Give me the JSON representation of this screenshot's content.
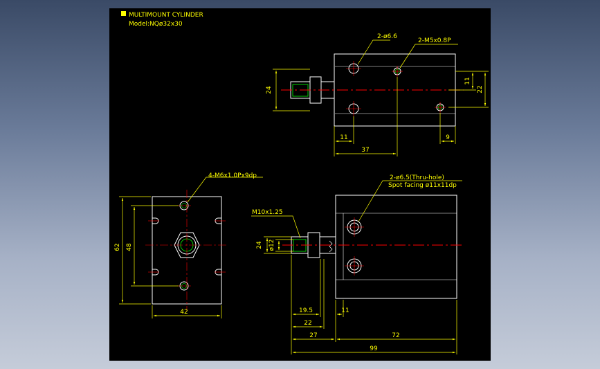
{
  "title_block": {
    "title": "MULTIMOUNT CYLINDER",
    "model": "Model:NQø32x30"
  },
  "top_view": {
    "callout_holes": "2-ø6.6",
    "callout_tapped": "2-M5x0.8P",
    "dim_height_24": "24",
    "dim_11_right": "11",
    "dim_22": "22",
    "dim_11_bottom": "11",
    "dim_37": "37",
    "dim_9": "9"
  },
  "front_view": {
    "callout_holes": "4-M6x1.0Px9dp",
    "dim_62": "62",
    "dim_48": "48",
    "dim_42": "42"
  },
  "side_view": {
    "callout_thru_1": "2-ø6.5(Thru-hole)",
    "callout_thru_2": "Spot facing ø11x11dp",
    "thread_label": "M10x1.25",
    "dim_24": "24",
    "dim_d12": "ø12",
    "dim_19_5": "19.5",
    "dim_22": "22",
    "dim_11": "11",
    "dim_27": "27",
    "dim_72": "72",
    "dim_99": "99"
  },
  "colors": {
    "background": "#000000",
    "outline": "#ffffff",
    "dimension": "#ffff00",
    "centerline": "#ff0000",
    "thread": "#00ff00"
  }
}
